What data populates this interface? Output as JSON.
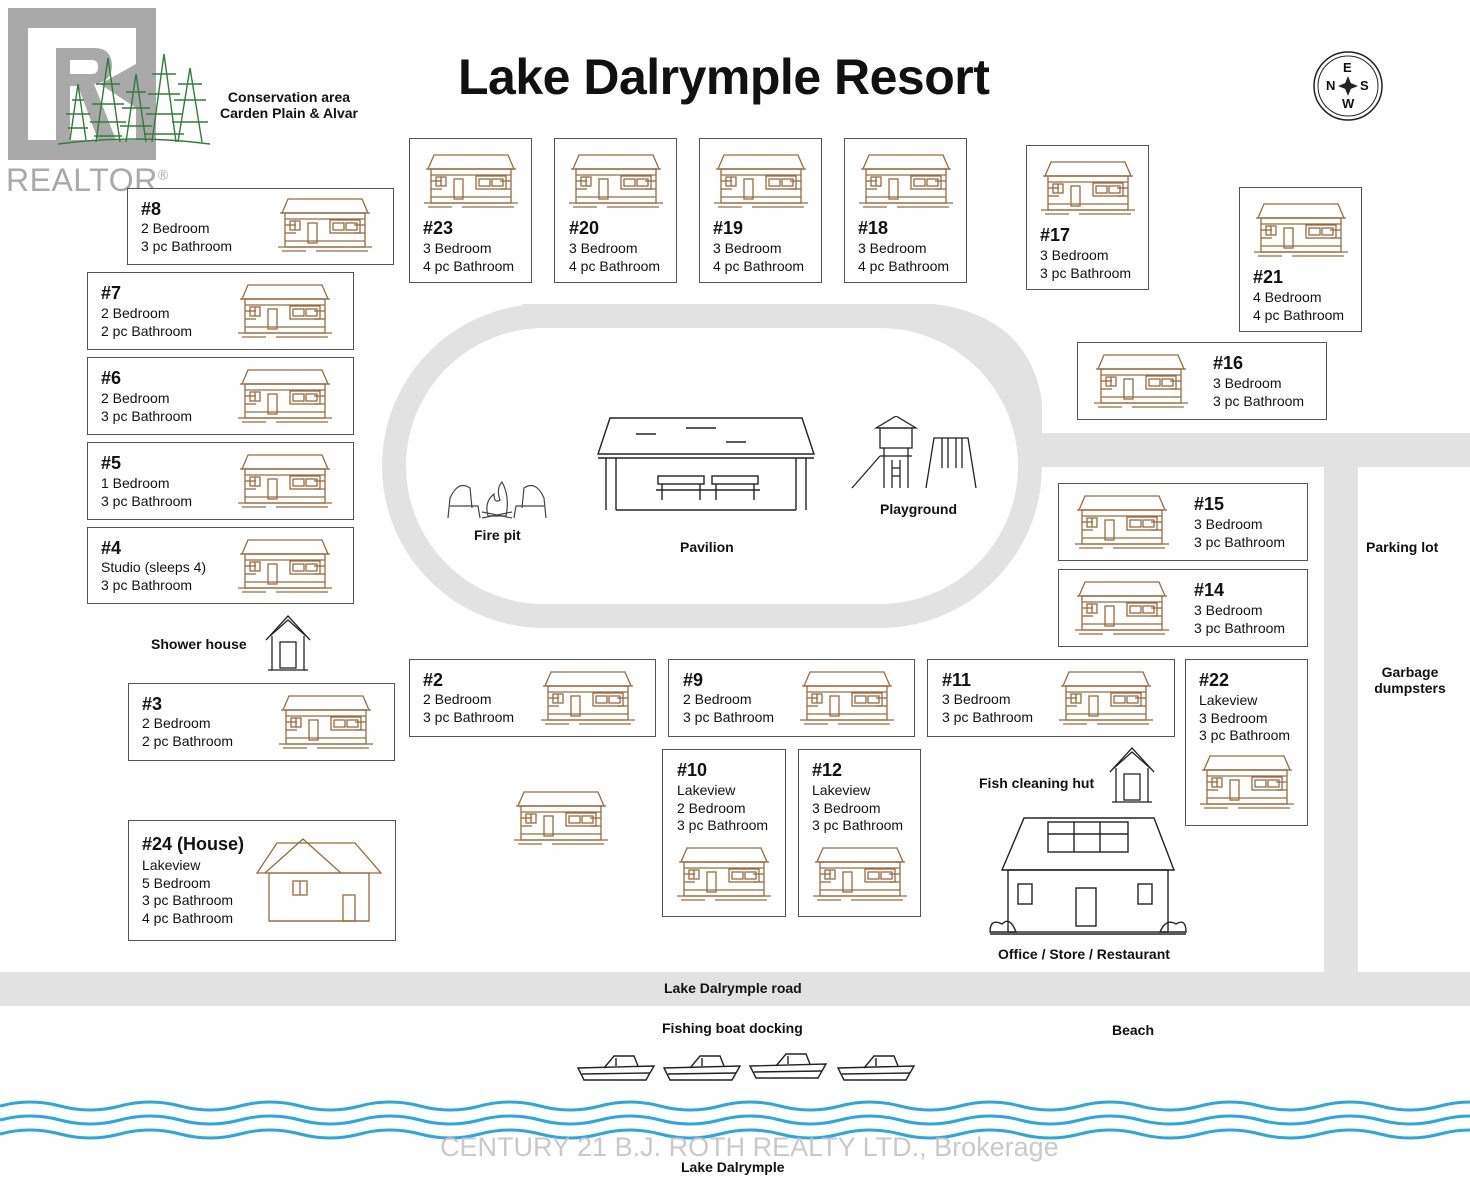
{
  "title": "Lake Dalrymple Resort",
  "compass": {
    "e": "E",
    "n": "N",
    "s": "S",
    "w": "W"
  },
  "watermark": {
    "realtor": "REALTOR",
    "registered": "®",
    "brokerage": "CENTURY 21 B.J. ROTH REALTY LTD., Brokerage"
  },
  "labels": {
    "conservation_1": "Conservation area",
    "conservation_2": "Carden Plain & Alvar",
    "fire_pit": "Fire pit",
    "pavilion": "Pavilion",
    "playground": "Playground",
    "parking_lot": "Parking lot",
    "garbage_1": "Garbage",
    "garbage_2": "dumpsters",
    "shower_house": "Shower house",
    "fish_cleaning_hut": "Fish cleaning hut",
    "office": "Office / Store / Restaurant",
    "road": "Lake Dalrymple road",
    "fishing_boat_docking": "Fishing boat docking",
    "beach": "Beach",
    "lake": "Lake Dalrymple"
  },
  "cabins": {
    "c8": {
      "num": "#8",
      "lines": [
        "2 Bedroom",
        "3 pc Bathroom"
      ]
    },
    "c7": {
      "num": "#7",
      "lines": [
        "2 Bedroom",
        "2 pc Bathroom"
      ]
    },
    "c6": {
      "num": "#6",
      "lines": [
        "2 Bedroom",
        "3 pc Bathroom"
      ]
    },
    "c5": {
      "num": "#5",
      "lines": [
        "1 Bedroom",
        "3 pc Bathroom"
      ]
    },
    "c4": {
      "num": "#4",
      "lines": [
        "Studio (sleeps 4)",
        "3 pc Bathroom"
      ]
    },
    "c3": {
      "num": "#3",
      "lines": [
        "2 Bedroom",
        "2 pc Bathroom"
      ]
    },
    "c24": {
      "num": "#24 (House)",
      "lines": [
        "Lakeview",
        "5 Bedroom",
        "3 pc Bathroom",
        "4 pc Bathroom"
      ]
    },
    "c23": {
      "num": "#23",
      "lines": [
        "3 Bedroom",
        "4 pc Bathroom"
      ]
    },
    "c20": {
      "num": "#20",
      "lines": [
        "3 Bedroom",
        "4 pc Bathroom"
      ]
    },
    "c19": {
      "num": "#19",
      "lines": [
        "3 Bedroom",
        "4 pc Bathroom"
      ]
    },
    "c18": {
      "num": "#18",
      "lines": [
        "3 Bedroom",
        "4 pc Bathroom"
      ]
    },
    "c17": {
      "num": "#17",
      "lines": [
        "3 Bedroom",
        "3 pc Bathroom"
      ]
    },
    "c21": {
      "num": "#21",
      "lines": [
        "4 Bedroom",
        "4 pc Bathroom"
      ]
    },
    "c16": {
      "num": "#16",
      "lines": [
        "3 Bedroom",
        "3 pc Bathroom"
      ]
    },
    "c15": {
      "num": "#15",
      "lines": [
        "3 Bedroom",
        "3 pc Bathroom"
      ]
    },
    "c14": {
      "num": "#14",
      "lines": [
        "3 Bedroom",
        "3 pc Bathroom"
      ]
    },
    "c2": {
      "num": "#2",
      "lines": [
        "2 Bedroom",
        "3 pc Bathroom"
      ]
    },
    "c9": {
      "num": "#9",
      "lines": [
        "2 Bedroom",
        "3 pc Bathroom"
      ]
    },
    "c11": {
      "num": "#11",
      "lines": [
        "3 Bedroom",
        "3 pc Bathroom"
      ]
    },
    "c22": {
      "num": "#22",
      "lines": [
        "Lakeview",
        "3 Bedroom",
        "3 pc Bathroom"
      ]
    },
    "c10": {
      "num": "#10",
      "lines": [
        "Lakeview",
        "2 Bedroom",
        "3 pc Bathroom"
      ]
    },
    "c12": {
      "num": "#12",
      "lines": [
        "Lakeview",
        "3 Bedroom",
        "3 pc Bathroom"
      ]
    }
  },
  "colors": {
    "cabin_line": "#9a6a3c",
    "road": "#e2e2e2",
    "water": "#2aa7df",
    "border": "#555555",
    "text": "#111111"
  }
}
